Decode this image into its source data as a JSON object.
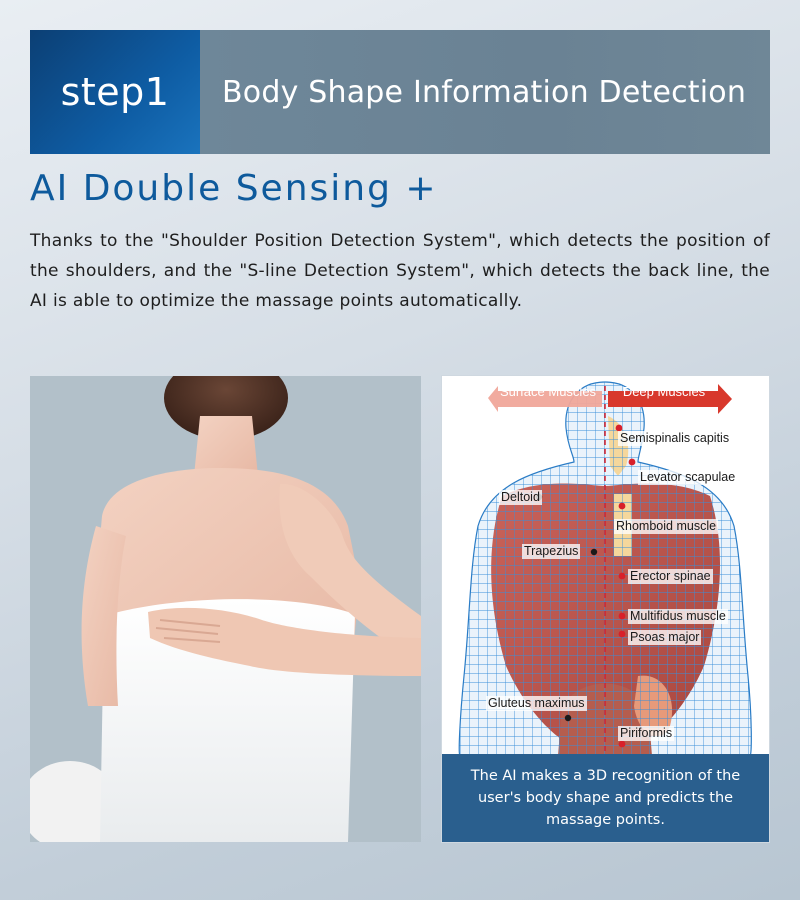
{
  "header": {
    "step_label": "step1",
    "title": "Body Shape Information Detection"
  },
  "headline": "AI Double Sensing +",
  "description": "Thanks to the \"Shoulder Position Detection System\", which detects the position of the shoulders, and the \"S-line Detection System\", which detects the back line, the AI is able to optimize the massage points automatically.",
  "diagram": {
    "surface_label": "Surface Muscles",
    "deep_label": "Deep Muscles",
    "muscles": [
      {
        "label": "Semispinalis capitis"
      },
      {
        "label": "Levator scapulae"
      },
      {
        "label": "Deltoid"
      },
      {
        "label": "Rhomboid muscle"
      },
      {
        "label": "Trapezius"
      },
      {
        "label": "Erector spinae"
      },
      {
        "label": "Multifidus muscle"
      },
      {
        "label": "Psoas major"
      },
      {
        "label": "Gluteus maximus"
      },
      {
        "label": "Piriformis"
      }
    ],
    "caption": "The AI makes a 3D recognition of the user's body shape and predicts the massage points."
  },
  "colors": {
    "brand_blue": "#0e5a9c",
    "step_badge": "#0e5ca3",
    "title_bar": "#6e8799",
    "caption_bg": "#2a5f8e",
    "surface_arrow": "#f0a79a",
    "deep_arrow": "#d8382c",
    "point_red": "#d8202a"
  }
}
